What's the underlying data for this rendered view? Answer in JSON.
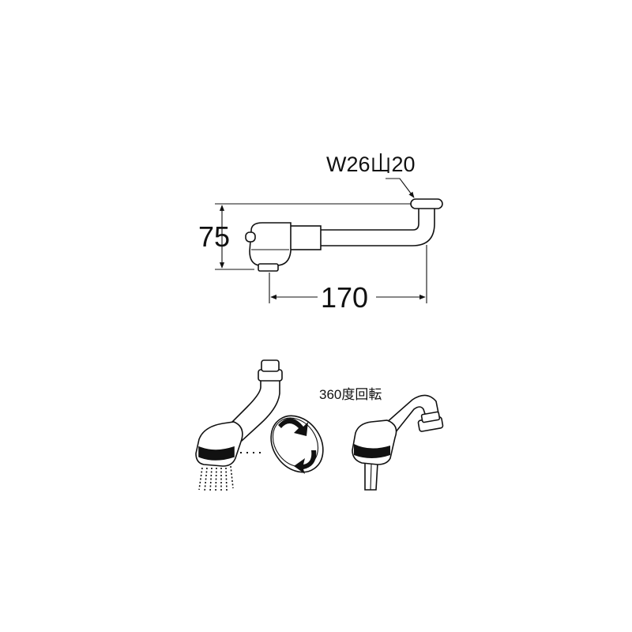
{
  "dimensions": {
    "thread_spec": "W26山20",
    "height": "75",
    "length": "170"
  },
  "illustrations": {
    "rotation_label": "360度回転"
  },
  "colors": {
    "line": "#111111",
    "fill": "#ffffff",
    "shade": "#cfcfcf"
  }
}
